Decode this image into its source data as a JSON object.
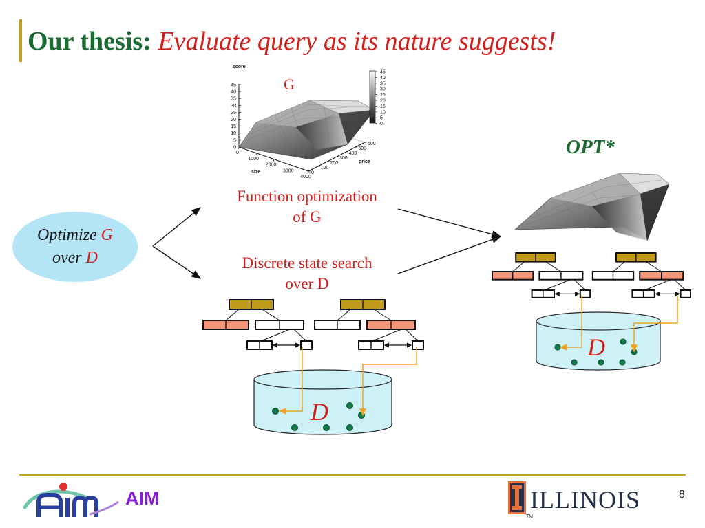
{
  "slide": {
    "title_lead": "Our thesis:",
    "title_emphasis": "Evaluate query as its nature suggests!",
    "page_number": "8"
  },
  "left_node": {
    "prefix_1": "Optimize ",
    "var_1": "G",
    "prefix_2": "over ",
    "var_2": "D",
    "color": "#b3e5f7"
  },
  "branches": {
    "top_line1": "Function optimization",
    "top_line2": "of G",
    "bottom_line1": "Discrete state search",
    "bottom_line2": "over D"
  },
  "surface_plot": {
    "label": "G",
    "z_axis_label": "score",
    "x_axis_label": "size",
    "y_axis_label": "price",
    "z_ticks": [
      "45",
      "40",
      "35",
      "30",
      "25",
      "20",
      "15",
      "10",
      "5",
      "0"
    ],
    "x_ticks": [
      "0",
      "1000",
      "2000",
      "3000",
      "4000"
    ],
    "y_ticks": [
      "0",
      "100",
      "200",
      "300",
      "400",
      "500",
      "600"
    ],
    "colorbar_ticks": [
      "45",
      "40",
      "35",
      "30",
      "25",
      "20",
      "15",
      "10",
      "5",
      "0"
    ]
  },
  "result": {
    "label": "OPT*"
  },
  "database": {
    "label": "D",
    "fill_color": "#cdf1f6",
    "dot_color": "#137a4a"
  },
  "index_colors": {
    "root": "#c09a1a",
    "highlight": "#f4977a",
    "pointer": "#f0a020"
  },
  "footer": {
    "left_logo_text": "AIM",
    "right_logo_text": "ILLINOIS",
    "trademark": "TM"
  }
}
